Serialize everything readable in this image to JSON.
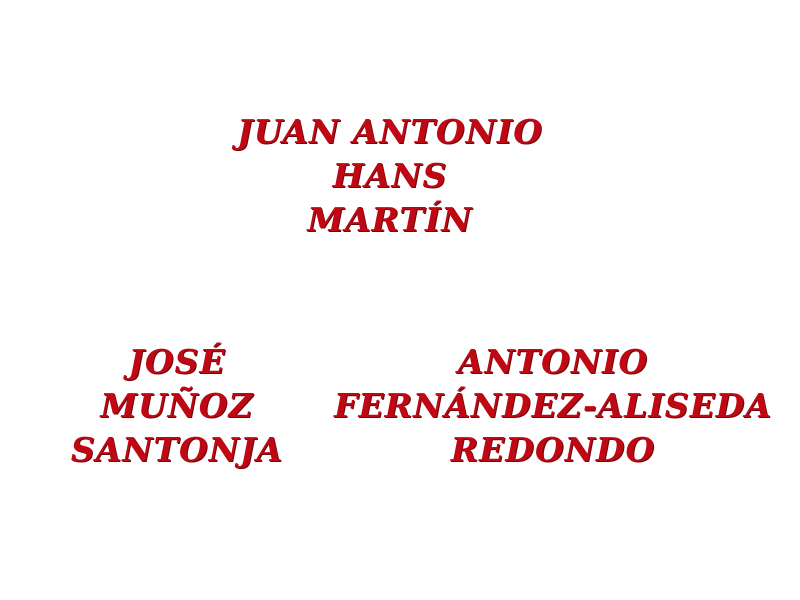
{
  "page": {
    "background_color": "#FFFFFF",
    "text_color": "#C00814"
  },
  "name_blocks": [
    {
      "position": "top-center",
      "lines": [
        "JUAN ANTONIO",
        "HANS",
        "MARTÍN"
      ]
    },
    {
      "position": "bottom-left",
      "lines": [
        "JOSÉ",
        "MUÑOZ",
        "SANTONJA"
      ]
    },
    {
      "position": "bottom-right",
      "lines": [
        "ANTONIO",
        "FERNÁNDEZ-ALISEDA",
        "REDONDO"
      ]
    }
  ]
}
